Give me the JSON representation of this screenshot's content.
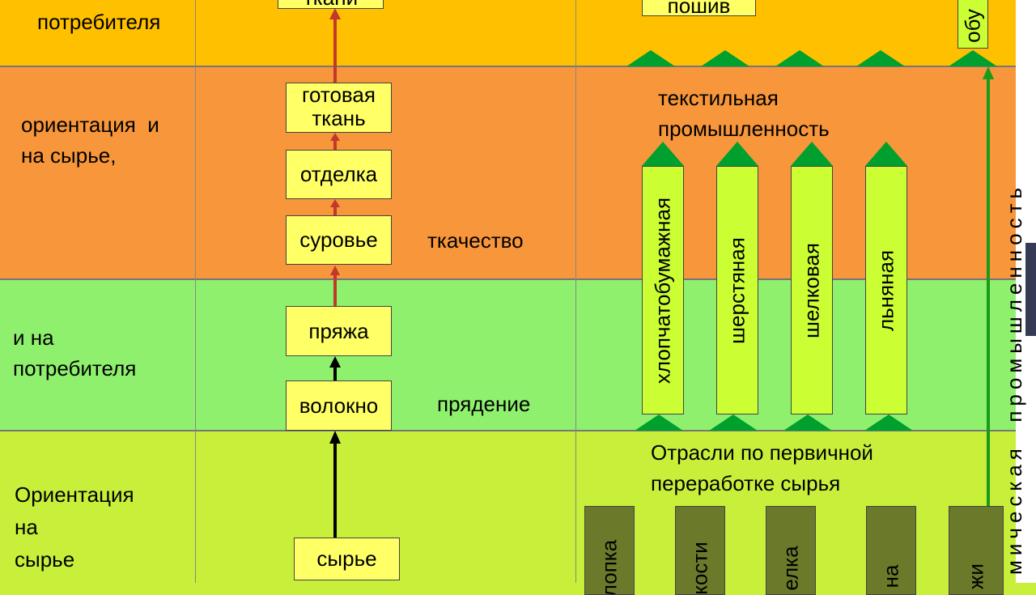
{
  "rows": {
    "consumer_top": "потребителя",
    "raw_and": "ориентация  и\nна сырье,",
    "and_consumer": "и на\nпотребителя",
    "raw": "Ориентация\nна\nсырье"
  },
  "chain": {
    "top": "ткани",
    "finished": "готовая\nткань",
    "finishing": "отделка",
    "greige": "суровье",
    "yarn": "пряжа",
    "fiber": "волокно",
    "raw": "сырье"
  },
  "stages": {
    "weaving": "ткачество",
    "spinning": "прядение"
  },
  "textile": {
    "title": "текстильная\nпромышленность",
    "top_box": "пошив",
    "branches": [
      "хлопчатобумажная",
      "шерстяная",
      "шелковая",
      "льняная"
    ]
  },
  "primary": {
    "title": "Отрасли по первичной\nпереработке сырья",
    "columns": [
      "лопка",
      "кости",
      "елка",
      "на",
      "жи"
    ]
  },
  "right": {
    "top_label": "обу",
    "vertical": "мическая  промышленность"
  },
  "colors": {
    "band_top": "#ffc000",
    "band_orange": "#f7963a",
    "band_green": "#8ff06e",
    "band_lime": "#c8f03a",
    "box_yellow": "#ffff66",
    "arrow_red": "#c0392b",
    "arrow_black": "#000000",
    "arrow_green": "#1a9a1a",
    "triangle_green": "#00a02e",
    "olive": "#6b7a2a"
  }
}
